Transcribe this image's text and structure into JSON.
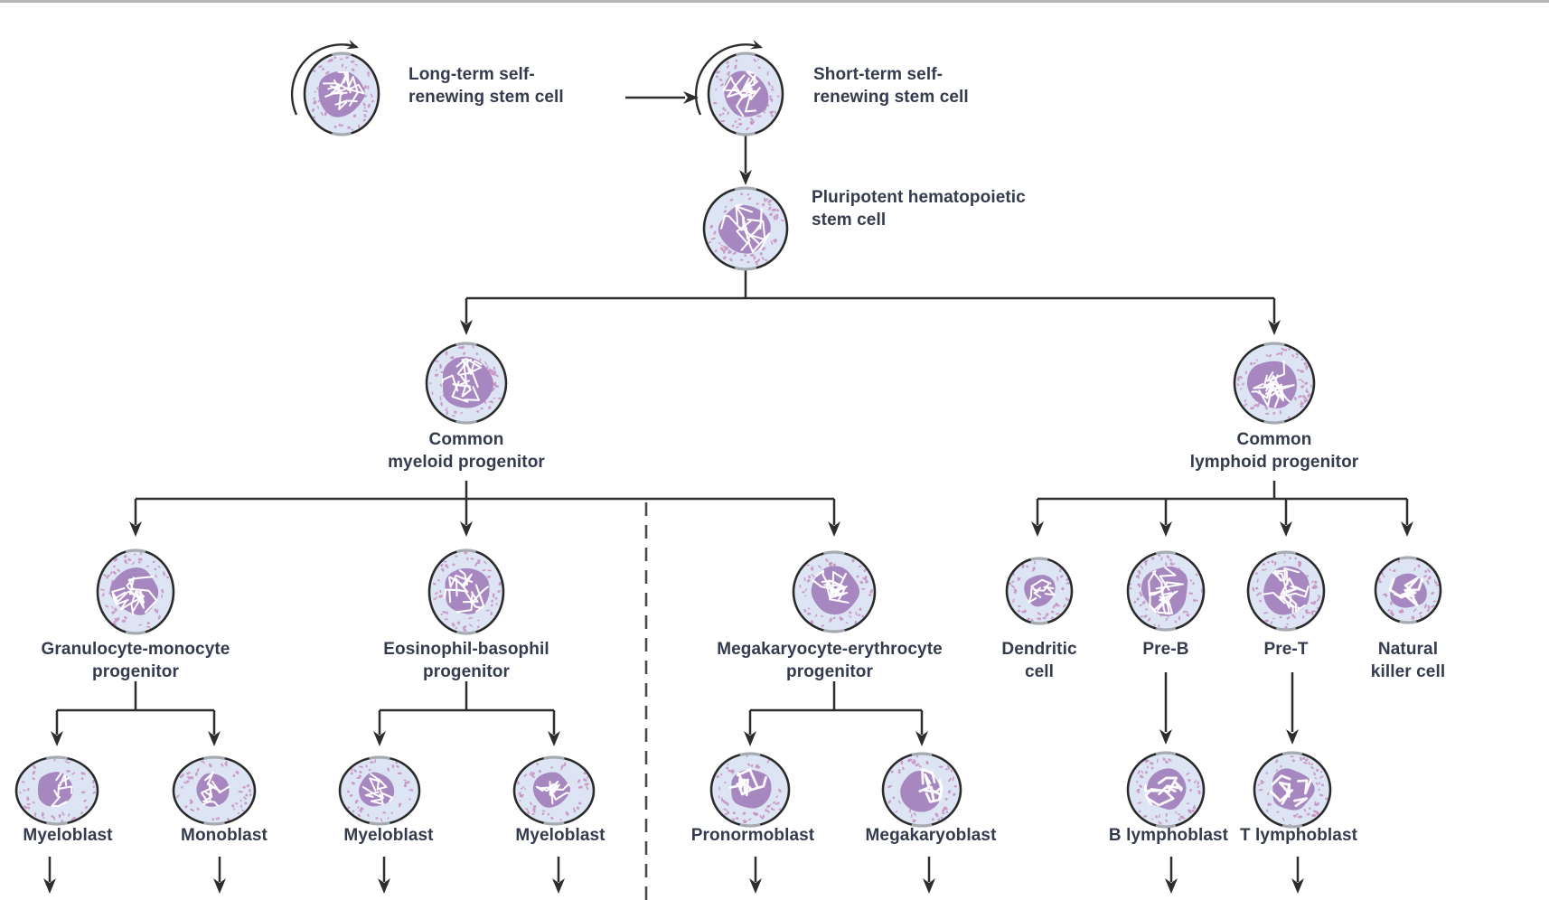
{
  "diagram": {
    "description": "Hematopoietic stem cell differentiation tree",
    "nodes": {
      "long_term_stem_cell": {
        "label": "Long-term self-\nrenewing stem cell"
      },
      "short_term_stem_cell": {
        "label": "Short-term self-\nrenewing stem cell"
      },
      "pluripotent_hsc": {
        "label": "Pluripotent hematopoietic\nstem cell"
      },
      "common_myeloid_progenitor": {
        "label": "Common\nmyeloid progenitor"
      },
      "common_lymphoid_progenitor": {
        "label": "Common\nlymphoid progenitor"
      },
      "granulocyte_monocyte_progenitor": {
        "label": "Granulocyte-monocyte\nprogenitor"
      },
      "eosinophil_basophil_progenitor": {
        "label": "Eosinophil-basophil\nprogenitor"
      },
      "megakaryocyte_erythrocyte_progenitor": {
        "label": "Megakaryocyte-erythrocyte\nprogenitor"
      },
      "dendritic_cell": {
        "label": "Dendritic\ncell"
      },
      "pre_b": {
        "label": "Pre-B"
      },
      "pre_t": {
        "label": "Pre-T"
      },
      "natural_killer_cell": {
        "label": "Natural\nkiller cell"
      },
      "myeloblast_1": {
        "label": "Myeloblast"
      },
      "monoblast": {
        "label": "Monoblast"
      },
      "myeloblast_2": {
        "label": "Myeloblast"
      },
      "myeloblast_3": {
        "label": "Myeloblast"
      },
      "pronormoblast": {
        "label": "Pronormoblast"
      },
      "megakaryoblast": {
        "label": "Megakaryoblast"
      },
      "b_lymphoblast": {
        "label": "B lymphoblast"
      },
      "t_lymphoblast": {
        "label": "T lymphoblast"
      }
    },
    "palette": {
      "text": "#343b4e",
      "line": "#2d2d2d",
      "cell_outline": "#2b2b2b",
      "cytoplasm": "#dde4f3",
      "speckle": "#c795c2",
      "nucleus": "#a687bf",
      "nucleus_crack": "#ffffff",
      "gray_cap": "#a6abb2",
      "dashed_line": "#4a4a4a",
      "top_border": "#b6b6b6",
      "background": "#ffffff"
    }
  }
}
